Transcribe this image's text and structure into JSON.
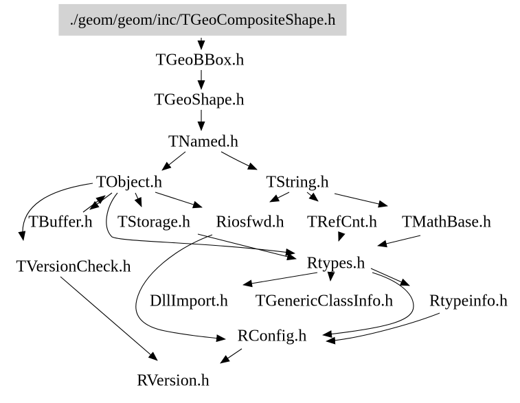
{
  "diagram": {
    "kind": "include-dependency-graph",
    "root_label": "./geom/geom/inc/TGeoCompositeShape.h",
    "accent_colors": {
      "root_node_background": "#d3d3d3",
      "edge_color": "#000000",
      "text_color": "#000000"
    },
    "nodes": [
      {
        "id": "root",
        "label": "./geom/geom/inc/TGeoCompositeShape.h"
      },
      {
        "id": "tgeobbox",
        "label": "TGeoBBox.h"
      },
      {
        "id": "tgeoshape",
        "label": "TGeoShape.h"
      },
      {
        "id": "tnamed",
        "label": "TNamed.h"
      },
      {
        "id": "tobject",
        "label": "TObject.h"
      },
      {
        "id": "tstring",
        "label": "TString.h"
      },
      {
        "id": "tbuffer",
        "label": "TBuffer.h"
      },
      {
        "id": "tstorage",
        "label": "TStorage.h"
      },
      {
        "id": "riosfwd",
        "label": "Riosfwd.h"
      },
      {
        "id": "trefcnt",
        "label": "TRefCnt.h"
      },
      {
        "id": "tmathbase",
        "label": "TMathBase.h"
      },
      {
        "id": "tversioncheck",
        "label": "TVersionCheck.h"
      },
      {
        "id": "rtypes",
        "label": "Rtypes.h"
      },
      {
        "id": "dllimport",
        "label": "DllImport.h"
      },
      {
        "id": "tgenericclassinfo",
        "label": "TGenericClassInfo.h"
      },
      {
        "id": "rtypeinfo",
        "label": "Rtypeinfo.h"
      },
      {
        "id": "rconfig",
        "label": "RConfig.h"
      },
      {
        "id": "rversion",
        "label": "RVersion.h"
      }
    ],
    "edges": [
      {
        "from": "root",
        "to": "tgeobbox"
      },
      {
        "from": "tgeobbox",
        "to": "tgeoshape"
      },
      {
        "from": "tgeoshape",
        "to": "tnamed"
      },
      {
        "from": "tnamed",
        "to": "tobject"
      },
      {
        "from": "tnamed",
        "to": "tstring"
      },
      {
        "from": "tobject",
        "to": "tbuffer"
      },
      {
        "from": "tbuffer",
        "to": "tobject"
      },
      {
        "from": "tobject",
        "to": "tstorage"
      },
      {
        "from": "tobject",
        "to": "riosfwd"
      },
      {
        "from": "tobject",
        "to": "tversioncheck"
      },
      {
        "from": "tobject",
        "to": "rtypes"
      },
      {
        "from": "tstring",
        "to": "riosfwd"
      },
      {
        "from": "tstring",
        "to": "trefcnt"
      },
      {
        "from": "tstring",
        "to": "tmathbase"
      },
      {
        "from": "tstorage",
        "to": "rtypes"
      },
      {
        "from": "trefcnt",
        "to": "rtypes"
      },
      {
        "from": "tmathbase",
        "to": "rtypes"
      },
      {
        "from": "rtypes",
        "to": "dllimport"
      },
      {
        "from": "rtypes",
        "to": "tgenericclassinfo"
      },
      {
        "from": "rtypes",
        "to": "rtypeinfo"
      },
      {
        "from": "rtypes",
        "to": "rconfig"
      },
      {
        "from": "rtypeinfo",
        "to": "rconfig"
      },
      {
        "from": "riosfwd",
        "to": "rconfig"
      },
      {
        "from": "rconfig",
        "to": "rversion"
      },
      {
        "from": "tversioncheck",
        "to": "rversion"
      }
    ]
  }
}
